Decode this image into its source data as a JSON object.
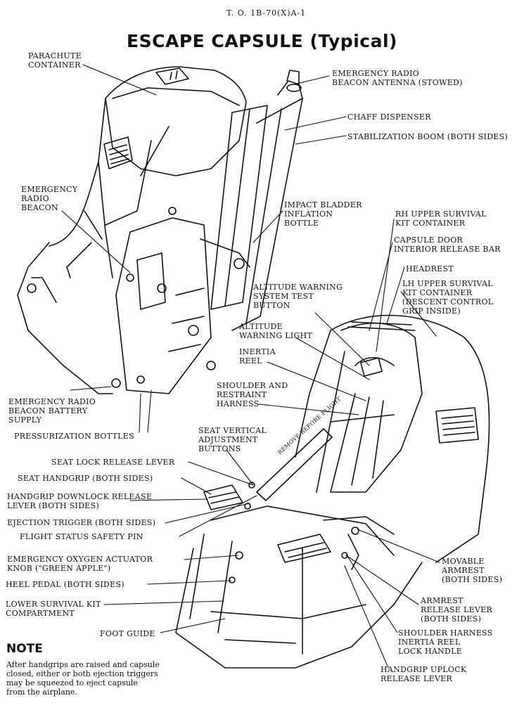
{
  "header": {
    "to_number": "T. O. 1B-70(X)A-1",
    "title": "ESCAPE CAPSULE",
    "title_suffix": "(Typical)"
  },
  "labels": {
    "parachute_container": "PARACHUTE\nCONTAINER",
    "emergency_radio_beacon_antenna": "EMERGENCY RADIO\nBEACON ANTENNA (STOWED)",
    "chaff_dispenser": "CHAFF DISPENSER",
    "stabilization_boom": "STABILIZATION BOOM (BOTH SIDES)",
    "emergency_radio_beacon": "EMERGENCY\nRADIO\nBEACON",
    "impact_bladder": "IMPACT BLADDER\nINFLATION\nBOTTLE",
    "rh_upper_survival_kit": "RH UPPER SURVIVAL\nKIT CONTAINER",
    "capsule_door_release": "CAPSULE DOOR\nINTERIOR RELEASE BAR",
    "headrest": "HEADREST",
    "lh_upper_survival_kit": "LH UPPER SURVIVAL\nKIT CONTAINER\n(DESCENT CONTROL\nGRIP INSIDE)",
    "altitude_warning_test": "ALTITUDE WARNING\nSYSTEM TEST\nBUTTON",
    "altitude_warning_light": "ALTITUDE\nWARNING LIGHT",
    "inertia_reel": "INERTIA\nREEL",
    "shoulder_harness": "SHOULDER AND\nRESTRAINT\nHARNESS",
    "emergency_radio_battery": "EMERGENCY RADIO\nBEACON BATTERY\nSUPPLY",
    "pressurization_bottles": "PRESSURIZATION BOTTLES",
    "seat_vertical_adjust": "SEAT VERTICAL\nADJUSTMENT\nBUTTONS",
    "seat_lock_release": "SEAT LOCK RELEASE LEVER",
    "seat_handgrip": "SEAT HANDGRIP (BOTH SIDES)",
    "handgrip_downlock": "HANDGRIP DOWNLOCK RELEASE\nLEVER (BOTH SIDES)",
    "ejection_trigger": "EJECTION TRIGGER (BOTH SIDES)",
    "flight_status_pin": "FLIGHT STATUS SAFETY PIN",
    "emergency_oxygen": "EMERGENCY OXYGEN ACTUATOR\nKNOB (\"GREEN APPLE\")",
    "heel_pedal": "HEEL PEDAL (BOTH SIDES)",
    "lower_survival_kit": "LOWER SURVIVAL KIT\nCOMPARTMENT",
    "foot_guide": "FOOT GUIDE",
    "movable_armrest": "MOVABLE\nARMREST\n(BOTH SIDES)",
    "armrest_release": "ARMREST\nRELEASE LEVER\n(BOTH SIDES)",
    "shoulder_harness_lock": "SHOULDER HARNESS\nINERTIA REEL\nLOCK HANDLE",
    "handgrip_uplock": "HANDGRIP UPLOCK\nRELEASE LEVER"
  },
  "panel_text": {
    "remove_before_flight": "REMOVE BEFORE FLIGHT"
  },
  "note": {
    "heading": "NOTE",
    "text": "After handgrips are raised and capsule\nclosed, either or both ejection triggers\nmay be squeezed to eject capsule\nfrom the airplane."
  }
}
